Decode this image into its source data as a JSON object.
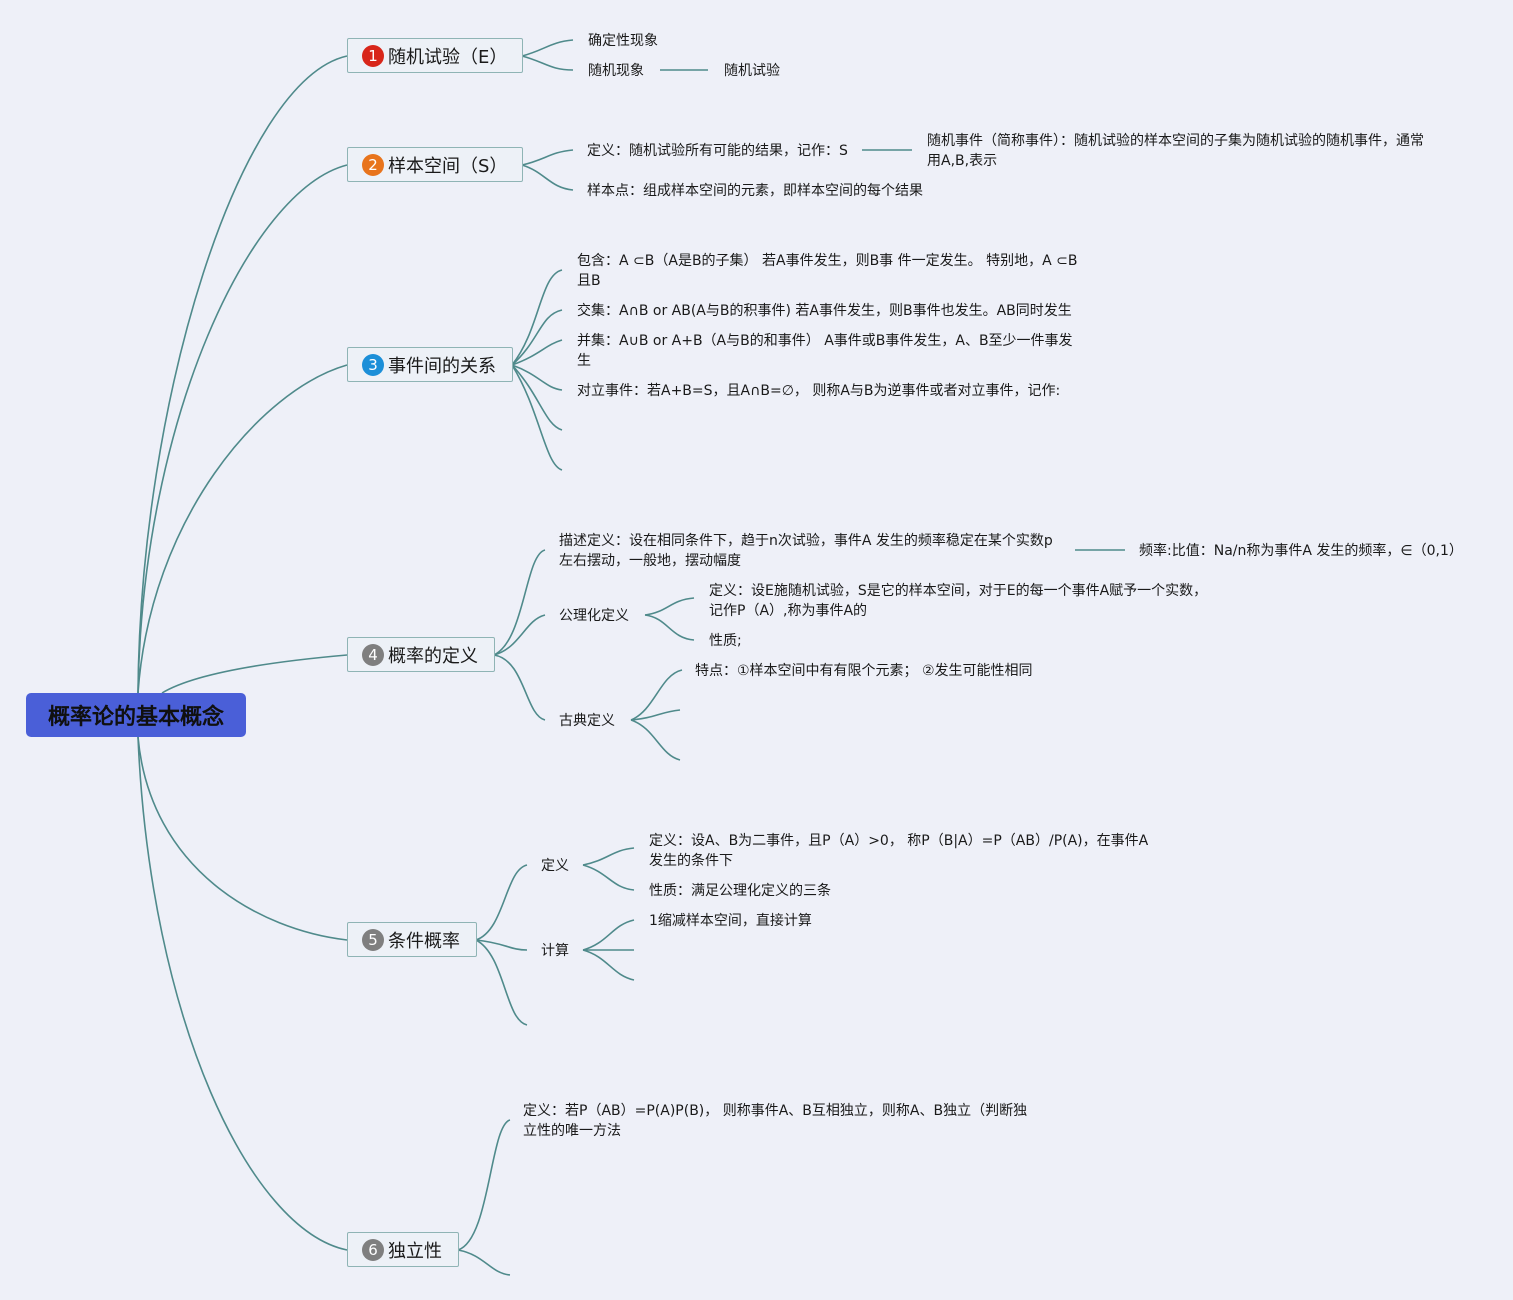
{
  "root": {
    "title": "概率论的基本概念",
    "color": "#4a5fd8"
  },
  "branches": [
    {
      "num": "1",
      "badge_color": "#d8261a",
      "label": "随机试验（E）",
      "children": [
        "确定性现象",
        "随机现象"
      ],
      "sub": [
        "随机试验"
      ]
    },
    {
      "num": "2",
      "badge_color": "#e8741c",
      "label": "样本空间（S）",
      "children": [
        "定义：随机试验所有可能的结果，记作：S",
        "样本点：组成样本空间的元素，即样本空间的每个结果"
      ],
      "sub": [
        "随机事件（简称事件）：随机试验的样本空间的子集为随机试验的随机事件，通常用A,B,表示"
      ]
    },
    {
      "num": "3",
      "badge_color": "#1c8fd8",
      "label": "事件间的关系",
      "children": [
        "包含：A ⊂B（A是B的子集） 若A事件发生，则B事 件一定发生。 特别地，A ⊂B且B",
        "交集：A∩B or AB(A与B的积事件) 若A事件发生，则B事件也发生。AB同时发生",
        "并集：A∪B or A+B（A与B的和事件） A事件或B事件发生，A、B至少一件事发生",
        "对立事件：若A+B=S，且A∩B=∅， 则称A与B为逆事件或者对立事件，记作:"
      ]
    },
    {
      "num": "4",
      "badge_color": "#7f7f7f",
      "label": "概率的定义",
      "children": [
        "描述定义：设在相同条件下，趋于n次试验，事件A 发生的频率稳定在某个实数p左右摆动，一般地，摆动幅度",
        "公理化定义",
        "古典定义"
      ],
      "sub": [
        "频率:比值：Na/n称为事件A 发生的频率，∈（0,1）",
        "定义：设E施随机试验，S是它的样本空间，对于E的每一个事件A赋予一个实数，记作P（A）,称为事件A的",
        "性质;",
        "特点：①样本空间中有有限个元素； ②发生可能性相同"
      ]
    },
    {
      "num": "5",
      "badge_color": "#7f7f7f",
      "label": "条件概率",
      "children": [
        "定义",
        "计算"
      ],
      "sub": [
        "定义：设A、B为二事件，且P（A）>0， 称P（B|A）=P（AB）/P(A)，在事件A发生的条件下",
        "性质：满足公理化定义的三条",
        "1缩减样本空间，直接计算"
      ]
    },
    {
      "num": "6",
      "badge_color": "#7f7f7f",
      "label": "独立性",
      "children": [
        "定义：若P（AB）=P(A)P(B)， 则称事件A、B互相独立，则称A、B独立（判断独立性的唯一方法"
      ]
    }
  ],
  "colors": {
    "connector": "#4f8a8b",
    "background": "#eef0f8",
    "node_border": "#8fb4b5"
  }
}
